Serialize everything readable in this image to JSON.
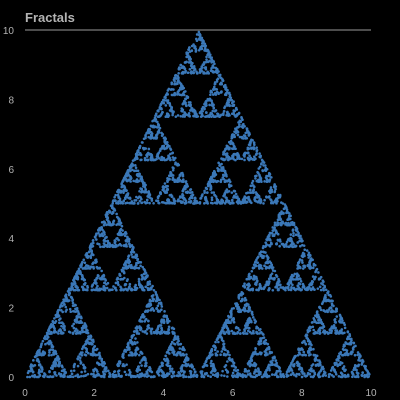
{
  "colors": {
    "background": "#000000",
    "text": "#b3b3b3",
    "axis": "#9a9a9a",
    "points": "#3b78b8"
  },
  "chart_data": {
    "type": "scatter",
    "title": "Fractals",
    "xlabel": "",
    "ylabel": "",
    "xlim": [
      0,
      10
    ],
    "ylim": [
      0,
      10
    ],
    "x_ticks": [
      "0",
      "2",
      "4",
      "6",
      "8",
      "10"
    ],
    "y_ticks": [
      "0",
      "2",
      "4",
      "6",
      "8",
      "10"
    ],
    "grid": false,
    "series": [
      {
        "pattern": "sierpinski-triangle",
        "vertices": [
          [
            0,
            0
          ],
          [
            10,
            0
          ],
          [
            5,
            10
          ]
        ],
        "point_count": 5000
      }
    ]
  }
}
